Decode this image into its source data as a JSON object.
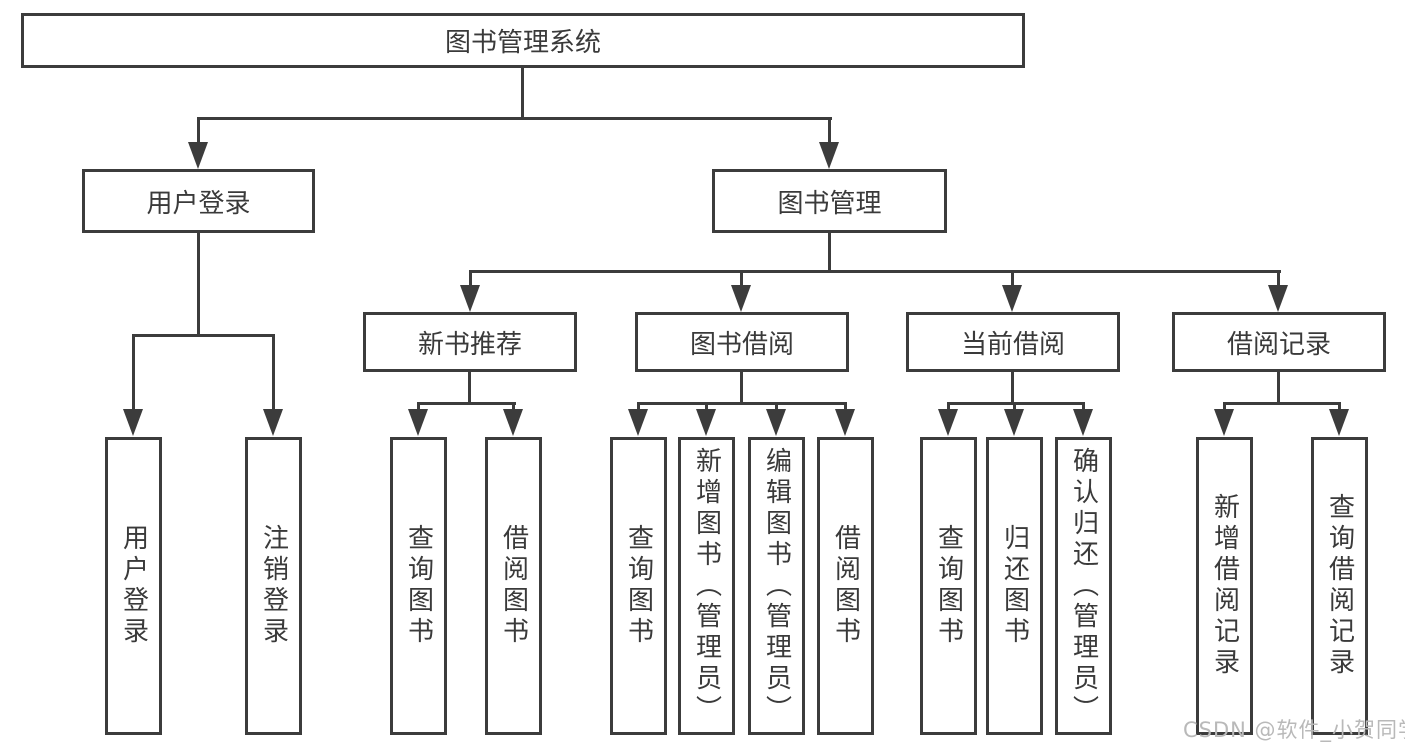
{
  "colors": {
    "line": "#3c3c3c",
    "text": "#3a3a3a",
    "background": "#ffffff",
    "watermark": "#b9b9b9"
  },
  "watermark": {
    "text": "CSDN @软件_小贺同学"
  },
  "tree": {
    "root": {
      "label": "图书管理系统"
    },
    "children": [
      {
        "label": "用户登录",
        "children": [
          {
            "label": "用户登录"
          },
          {
            "label": "注销登录"
          }
        ]
      },
      {
        "label": "图书管理",
        "children": [
          {
            "label": "新书推荐",
            "children": [
              {
                "label": "查询图书"
              },
              {
                "label": "借阅图书"
              }
            ]
          },
          {
            "label": "图书借阅",
            "children": [
              {
                "label": "查询图书"
              },
              {
                "label": "新增图书（管理员）"
              },
              {
                "label": "编辑图书（管理员）"
              },
              {
                "label": "借阅图书"
              }
            ]
          },
          {
            "label": "当前借阅",
            "children": [
              {
                "label": "查询图书"
              },
              {
                "label": "归还图书"
              },
              {
                "label": "确认归还（管理员）"
              }
            ]
          },
          {
            "label": "借阅记录",
            "children": [
              {
                "label": "新增借阅记录"
              },
              {
                "label": "查询借阅记录"
              }
            ]
          }
        ]
      }
    ]
  }
}
